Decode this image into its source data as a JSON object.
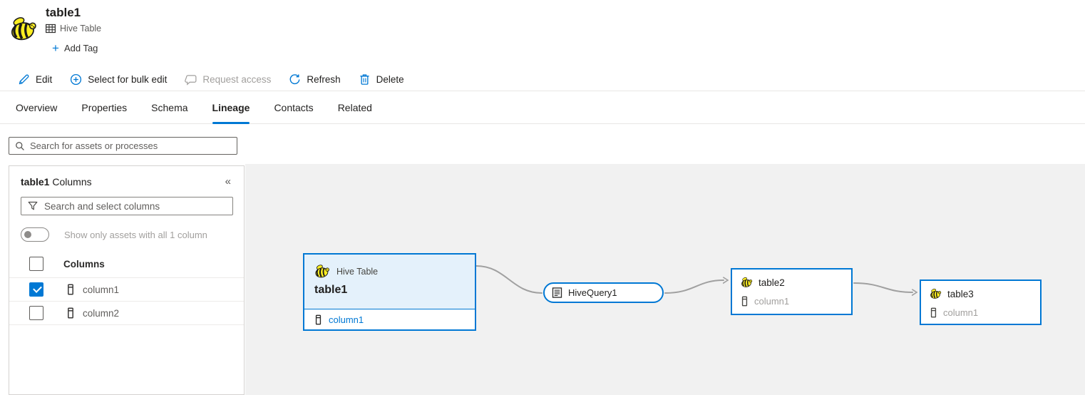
{
  "colors": {
    "accent": "#0078d4",
    "edge": "#a8a8a8",
    "canvas_bg": "#f1f1f1",
    "selected_node_header_bg": "#e4f1fb",
    "disabled_text": "#a19f9d",
    "checked_checkbox": "#0078d4"
  },
  "icons": {
    "plus": "+",
    "collapse": "«"
  },
  "header": {
    "title": "table1",
    "asset_type": "Hive Table",
    "add_tag": "Add Tag"
  },
  "toolbar": {
    "items": [
      {
        "label": "Edit",
        "icon": "pencil-icon",
        "enabled": true
      },
      {
        "label": "Select for bulk edit",
        "icon": "circle-plus-icon",
        "enabled": true
      },
      {
        "label": "Request access",
        "icon": "comment-icon",
        "enabled": false
      },
      {
        "label": "Refresh",
        "icon": "refresh-icon",
        "enabled": true
      },
      {
        "label": "Delete",
        "icon": "trash-icon",
        "enabled": true
      }
    ]
  },
  "tabs": [
    {
      "label": "Overview",
      "active": false
    },
    {
      "label": "Properties",
      "active": false
    },
    {
      "label": "Schema",
      "active": false
    },
    {
      "label": "Lineage",
      "active": true
    },
    {
      "label": "Contacts",
      "active": false
    },
    {
      "label": "Related",
      "active": false
    }
  ],
  "search": {
    "placeholder": "Search for assets or processes"
  },
  "columns_panel": {
    "title_asset": "table1",
    "title_suffix": " Columns",
    "search_placeholder": "Search and select columns",
    "toggle_label": "Show only assets with all 1 column",
    "toggle_on": false,
    "list_header": "Columns",
    "select_all_checked": false,
    "rows": [
      {
        "name": "column1",
        "checked": true
      },
      {
        "name": "column2",
        "checked": false
      }
    ]
  },
  "lineage": {
    "nodes": [
      {
        "title": "table1",
        "type_label": "Hive Table",
        "columns": [
          "column1"
        ],
        "selected": true
      },
      {
        "title": "HiveQuery1",
        "kind": "process"
      },
      {
        "title": "table2",
        "columns": [
          "column1"
        ],
        "selected": false
      },
      {
        "title": "table3",
        "columns": [
          "column1"
        ],
        "selected": false
      }
    ],
    "edges": [
      {
        "from": "table1",
        "to": "HiveQuery1",
        "arrow": false
      },
      {
        "from": "HiveQuery1",
        "to": "table2",
        "arrow": true
      },
      {
        "from": "table2",
        "to": "table3",
        "arrow": true
      }
    ]
  }
}
